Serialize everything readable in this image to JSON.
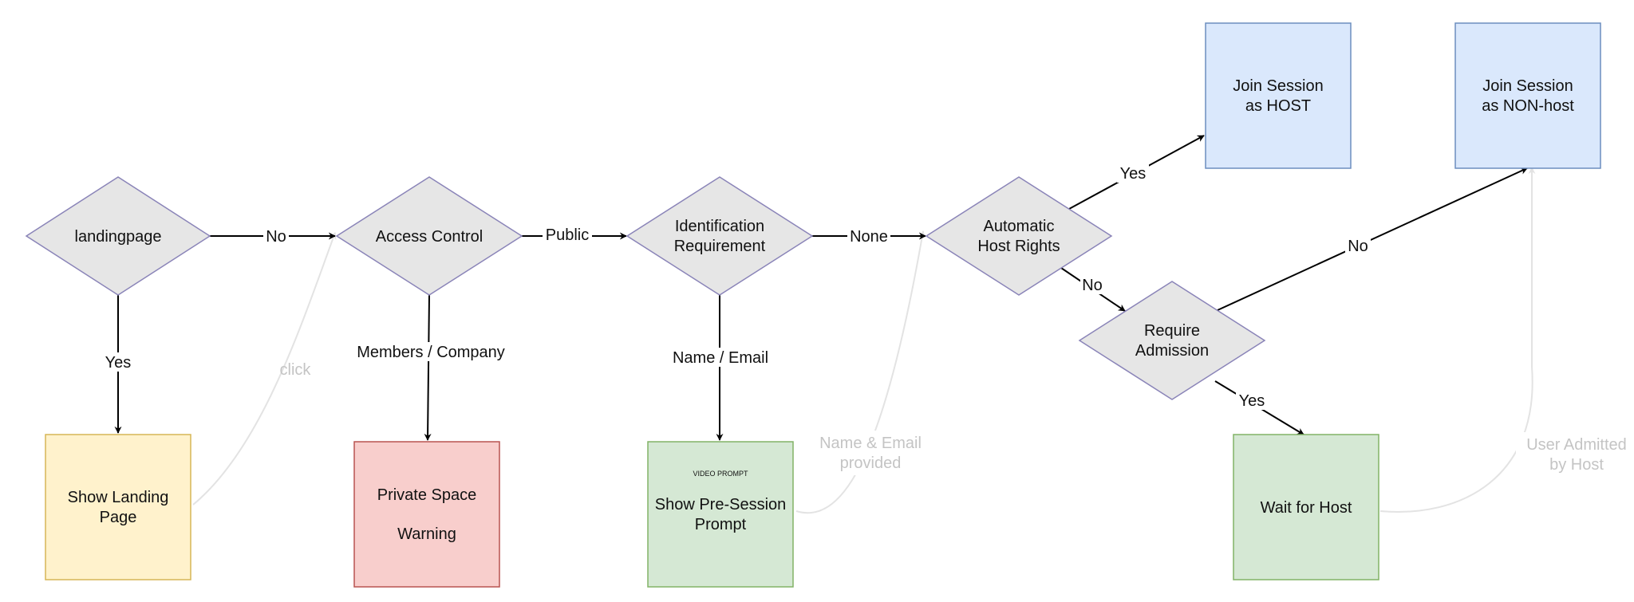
{
  "nodes": {
    "landingpage": {
      "label": "landingpage"
    },
    "access_control": {
      "label": "Access Control"
    },
    "identification": {
      "lines": [
        "Identification",
        "Requirement"
      ]
    },
    "auto_host": {
      "lines": [
        "Automatic",
        "Host Rights"
      ]
    },
    "require_admission": {
      "lines": [
        "Require",
        "Admission"
      ]
    },
    "show_landing": {
      "lines": [
        "Show Landing",
        "Page"
      ]
    },
    "private_warning": {
      "lines": [
        "Private Space",
        "Warning"
      ]
    },
    "pre_session": {
      "caption": "VIDEO PROMPT",
      "lines": [
        "Show Pre-Session",
        "Prompt"
      ]
    },
    "join_host": {
      "lines": [
        "Join Session",
        "as HOST"
      ]
    },
    "join_nonhost": {
      "lines": [
        "Join Session",
        "as NON-host"
      ]
    },
    "wait_host": {
      "label": "Wait for Host"
    }
  },
  "edges": {
    "landing_no": "No",
    "landing_yes": "Yes",
    "access_public": "Public",
    "access_members": "Members / Company",
    "ident_none": "None",
    "ident_name_email": "Name / Email",
    "auto_yes": "Yes",
    "auto_no": "No",
    "admission_no": "No",
    "admission_yes": "Yes",
    "click": "click",
    "name_email_provided": [
      "Name & Email",
      "provided"
    ],
    "user_admitted": [
      "User Admitted",
      "by Host"
    ]
  },
  "colors": {
    "decision_fill": "#e6e6e6",
    "decision_stroke": "#8a84b8",
    "yellow_fill": "#fff2cc",
    "yellow_stroke": "#d6b656",
    "red_fill": "#f8cecc",
    "red_stroke": "#b85450",
    "green_fill": "#d5e8d4",
    "green_stroke": "#82b366",
    "blue_fill": "#dae8fc",
    "blue_stroke": "#6c8ebf",
    "faint_line": "#e3e3e3"
  }
}
